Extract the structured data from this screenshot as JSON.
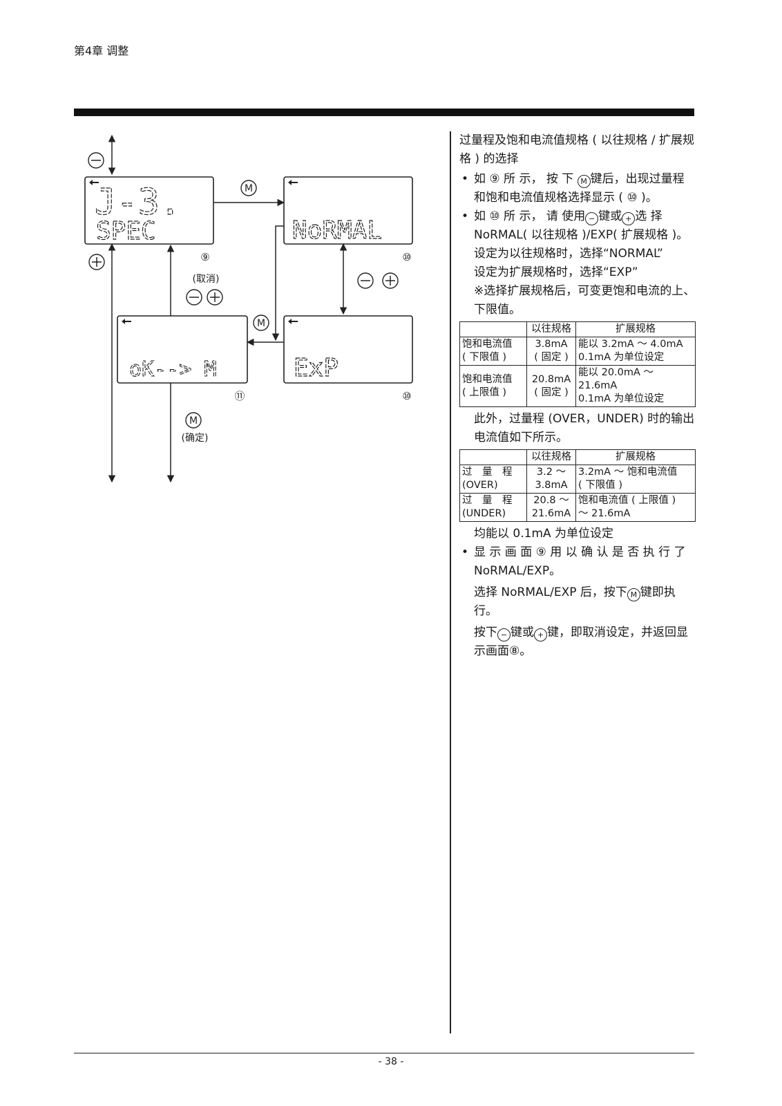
{
  "header": {
    "chapter": "第4章 调整"
  },
  "footer": {
    "page_number": "- 38 -"
  },
  "diagram": {
    "lcd_spec_top": "J-3.",
    "lcd_spec_bottom": "SPEC",
    "lcd_normal": "NoRMAL",
    "lcd_ok": "oK--> M",
    "lcd_exp": "ExP",
    "key_minus": "−",
    "key_plus": "+",
    "key_m": "M",
    "label_9": "⑨",
    "label_10a": "⑩",
    "label_10b": "⑩",
    "label_11": "⑪",
    "cancel": "(取消)",
    "confirm": "(确定)"
  },
  "text": {
    "title": "过量程及饱和电流值规格 ( 以往规格 / 扩展规格 ) 的选择",
    "b1_a": "如 ⑨ 所 示， 按 下 ",
    "b1_key": "M",
    "b1_b": "键后，出现过量程和饱和电流值规格选择显示 ( ⑩ )。",
    "b2_a": "如 ⑩ 所 示， 请 使用",
    "b2_key1": "−",
    "b2_mid": "键或",
    "b2_key2": "+",
    "b2_b": "选 择 NoRMAL( 以往规格 )/EXP( 扩展规格 )。",
    "normal_line": "设定为以往规格时，选择“NORMAL”",
    "exp_line": "设定为扩展规格时，选择“EXP”",
    "note": "※选择扩展规格后，可变更饱和电流的上、下限值。",
    "between": "此外，过量程 (OVER，UNDER) 时的输出电流值如下所示。",
    "after_table": "均能以 0.1mA 为单位设定",
    "b3": "显 示 画 面 ⑨ 用 以 确 认 是 否 执 行 了 NoRMAL/EXP。",
    "p_exec_a": "选择 NoRMAL/EXP 后，按下",
    "p_exec_key": "M",
    "p_exec_b": "键即执行。",
    "p_cancel_a": "按下",
    "p_cancel_key1": "−",
    "p_cancel_mid": "键或",
    "p_cancel_key2": "+",
    "p_cancel_b": "键，即取消设定，并返回显示画面⑧。",
    "bullet": "•"
  },
  "table1": {
    "headers": [
      "",
      "以往规格",
      "扩展规格"
    ],
    "rows": [
      [
        "饱和电流值\n( 下限值 )",
        "3.8mA\n( 固定 )",
        "能以 3.2mA ～ 4.0mA\n0.1mA 为单位设定"
      ],
      [
        "饱和电流值\n( 上限值 )",
        "20.8mA\n( 固定 )",
        "能以 20.0mA ～ 21.6mA\n0.1mA 为单位设定"
      ]
    ]
  },
  "table2": {
    "headers": [
      "",
      "以往规格",
      "扩展规格"
    ],
    "rows": [
      [
        "过　量　程\n(OVER)",
        "3.2 ～\n3.8mA",
        "3.2mA ～ 饱和电流值\n( 下限值 )"
      ],
      [
        "过　量　程\n(UNDER)",
        "20.8 ～\n21.6mA",
        "饱和电流值 ( 上限值 )\n～ 21.6mA"
      ]
    ]
  }
}
